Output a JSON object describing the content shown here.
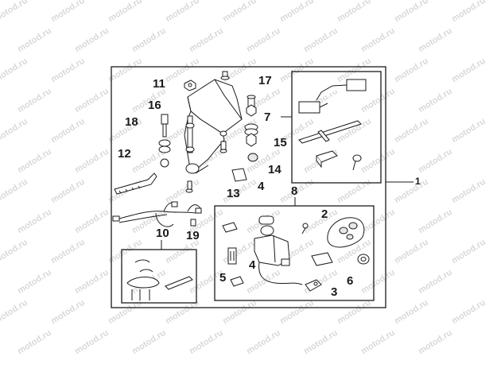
{
  "watermark": "motod.ru",
  "callouts": {
    "c1": "1",
    "c2": "2",
    "c3": "3",
    "c4a": "4",
    "c4b": "4",
    "c5": "5",
    "c6": "6",
    "c7": "7",
    "c8": "8",
    "c10": "10",
    "c11": "11",
    "c12": "12",
    "c13": "13",
    "c14": "14",
    "c15": "15",
    "c16": "16",
    "c17": "17",
    "c18": "18",
    "c19": "19"
  },
  "colors": {
    "line": "#1a1a1a",
    "watermark": "#d9d9d9",
    "fill": "#e6e6e6"
  }
}
